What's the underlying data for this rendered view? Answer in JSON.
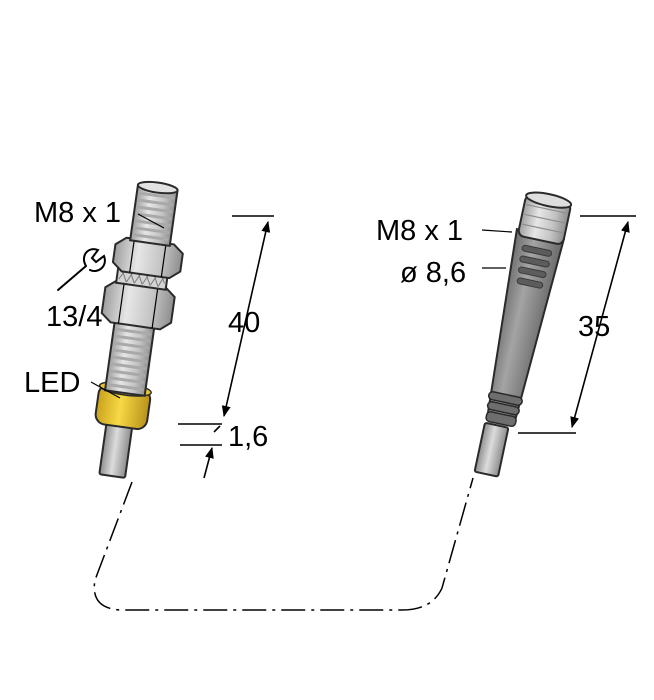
{
  "sensor": {
    "thread_label": "M8 x 1",
    "wrench_size_label": "13/4",
    "led_label": "LED",
    "length_label": "40",
    "flange_label": "1,6"
  },
  "connector": {
    "thread_label": "M8 x 1",
    "diameter_label": "ø 8,6",
    "length_label": "35"
  },
  "colors": {
    "metal": "#c8c8c8",
    "thread_ridge": "#a9a9a9",
    "led_ring": "#f2cc2e",
    "connector_body": "#8a8a8a",
    "cable": "#b9b9b9"
  }
}
